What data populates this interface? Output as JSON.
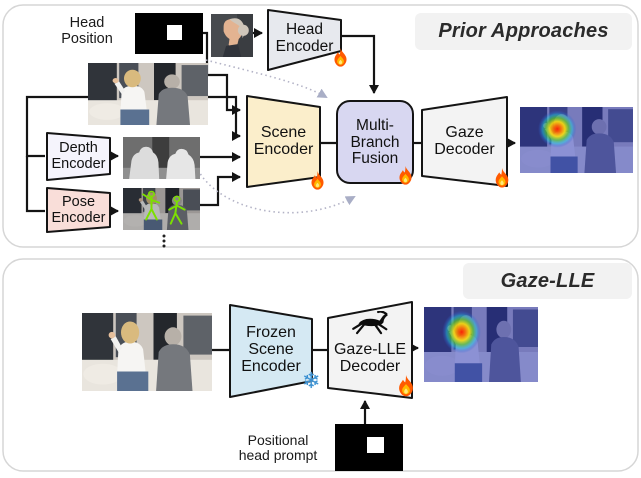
{
  "top": {
    "title": "Prior Approaches",
    "head_position": {
      "lines": [
        "Head",
        "Position"
      ]
    },
    "nodes": {
      "head_encoder": {
        "lines": [
          "Head",
          "Encoder"
        ]
      },
      "depth_encoder": {
        "lines": [
          "Depth",
          "Encoder"
        ]
      },
      "pose_encoder": {
        "lines": [
          "Pose",
          "Encoder"
        ]
      },
      "scene_encoder": {
        "lines": [
          "Scene",
          "Encoder"
        ]
      },
      "multi_branch_fusion": {
        "lines": [
          "Multi-",
          "Branch",
          "Fusion"
        ]
      },
      "gaze_decoder": {
        "lines": [
          "Gaze",
          "Decoder"
        ]
      }
    },
    "images": [
      "head-position-mask",
      "head-crop",
      "scene-frame",
      "depth-map",
      "pose-map",
      "gaze-heatmap-output"
    ],
    "ellipsis": "more-branches"
  },
  "bottom": {
    "title": "Gaze-LLE",
    "nodes": {
      "frozen_scene_encoder": {
        "lines": [
          "Frozen",
          "Scene",
          "Encoder"
        ]
      },
      "gaze_lle_decoder": {
        "lines": [
          "Gaze-LLE",
          "Decoder"
        ]
      }
    },
    "positional_prompt": {
      "lines": [
        "Positional",
        "head prompt"
      ]
    },
    "images": [
      "scene-frame",
      "positional-head-prompt-mask",
      "gaze-heatmap-output"
    ]
  },
  "icons": {
    "trainable": "fire-icon",
    "frozen": "snowflake-icon",
    "frozen_glyph": "❄",
    "gazelle": "gazelle-icon"
  },
  "colors": {
    "panel_border": "#d6d6d6",
    "title_band": "#f2f2f2",
    "head_encoder_fill": "#e7e9ee",
    "depth_encoder_fill": "#f5f4fc",
    "pose_encoder_fill": "#f9ded9",
    "scene_encoder_fill": "#fbeecb",
    "fusion_fill": "#d8d7f1",
    "decoder_fill": "#f3f3f3",
    "frozen_encoder_fill": "#d5e9f3",
    "arrow": "#141414",
    "dashed_arc": "#b3b3c6",
    "snowflake": "#3a8fd0"
  }
}
